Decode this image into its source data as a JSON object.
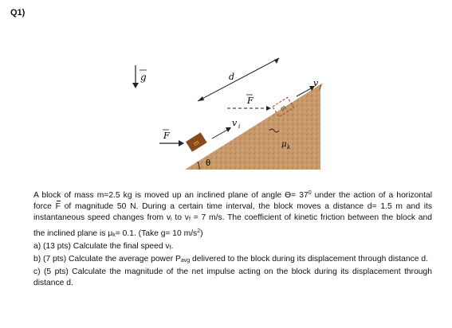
{
  "question": {
    "number": "Q1)"
  },
  "figure": {
    "g_label": "g",
    "F_label": "F",
    "F_label_top": "F",
    "d_label": "d",
    "vi_label": "v",
    "vi_sub": "i",
    "vf_label": "v",
    "vf_sub": "f",
    "block_label": "m",
    "block_label_top": "m",
    "mu_label": "μ",
    "mu_sub": "k",
    "theta_label": "θ",
    "colors": {
      "incline": "#c99a6b",
      "block": "#8b4a1e",
      "block_label": "#e8b84a",
      "dashed_block": "#b03a2e"
    }
  },
  "problem": {
    "p1_a": "A block of mass m=2.5 kg is moved up an inclined plane of angle ϴ= 37",
    "p1_deg": "0",
    "p1_b": " under the action of a horizontal force ",
    "p1_F": "F",
    "p1_c": " of magnitude 50 N. During a certain time interval, the block moves a distance d= 1.5 m and its instantaneous speed changes from v",
    "p1_vi_sub": "i",
    "p1_d": " to v",
    "p1_vf_sub": "f",
    "p1_e": " = 7 m/s. The coefficient of kinetic friction between the block and the inclined plane is μ",
    "p1_mu_sub": "k",
    "p1_f": "= 0.1. (Take g= 10 m/s",
    "p1_sq": "2",
    "p1_g": ")",
    "a_text": "a) (13 pts) Calculate the final speed v",
    "a_sub": "f",
    "a_end": ".",
    "b_text": "b) (7 pts) Calculate the average power P",
    "b_sub": "avg",
    "b_end": " delivered to the block during its displacement through distance d.",
    "c_text": "c) (5 pts) Calculate the magnitude of the net impulse acting on the block during its displacement through distance d."
  }
}
